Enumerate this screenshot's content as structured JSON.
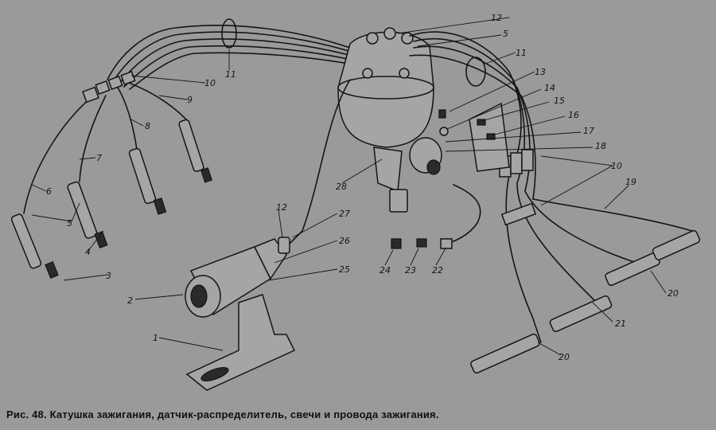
{
  "figure": {
    "caption": "Рис. 48. Катушка зажигания, датчик-распределитель, свечи и провода зажигания.",
    "callouts": [
      {
        "id": "1",
        "text": "1"
      },
      {
        "id": "2",
        "text": "2"
      },
      {
        "id": "3",
        "text": "3"
      },
      {
        "id": "4",
        "text": "4"
      },
      {
        "id": "5a",
        "text": "5"
      },
      {
        "id": "5b",
        "text": "5"
      },
      {
        "id": "6",
        "text": "6"
      },
      {
        "id": "7",
        "text": "7"
      },
      {
        "id": "8",
        "text": "8"
      },
      {
        "id": "9",
        "text": "9"
      },
      {
        "id": "10a",
        "text": "10"
      },
      {
        "id": "10b",
        "text": "10"
      },
      {
        "id": "11a",
        "text": "11"
      },
      {
        "id": "11b",
        "text": "11"
      },
      {
        "id": "12a",
        "text": "12"
      },
      {
        "id": "12b",
        "text": "12"
      },
      {
        "id": "13",
        "text": "13"
      },
      {
        "id": "14",
        "text": "14"
      },
      {
        "id": "15",
        "text": "15"
      },
      {
        "id": "16",
        "text": "16"
      },
      {
        "id": "17",
        "text": "17"
      },
      {
        "id": "18",
        "text": "18"
      },
      {
        "id": "19",
        "text": "19"
      },
      {
        "id": "20a",
        "text": "20"
      },
      {
        "id": "20b",
        "text": "20"
      },
      {
        "id": "21",
        "text": "21"
      },
      {
        "id": "22",
        "text": "22"
      },
      {
        "id": "23",
        "text": "23"
      },
      {
        "id": "24",
        "text": "24"
      },
      {
        "id": "25",
        "text": "25"
      },
      {
        "id": "26",
        "text": "26"
      },
      {
        "id": "27",
        "text": "27"
      },
      {
        "id": "28",
        "text": "28"
      }
    ]
  }
}
